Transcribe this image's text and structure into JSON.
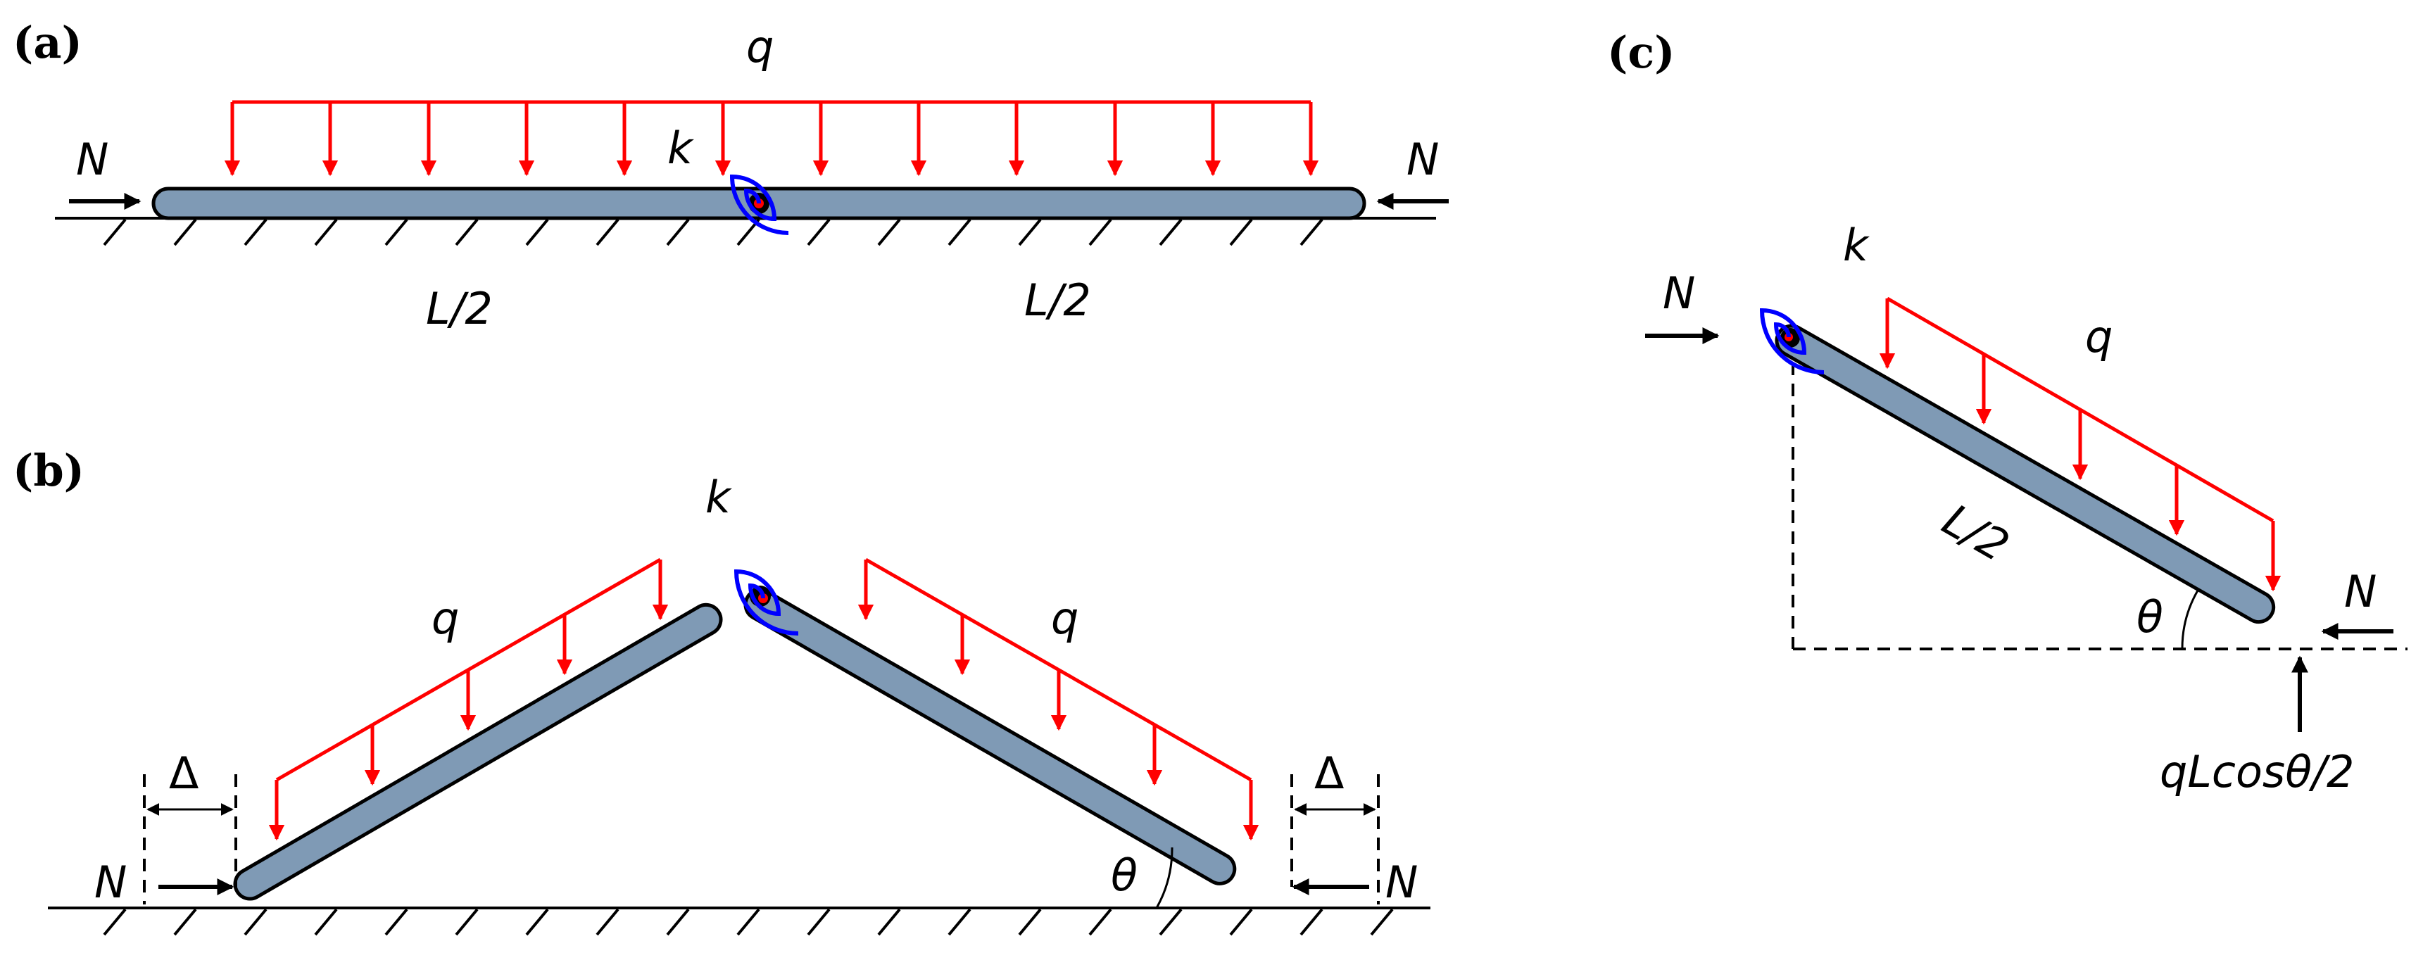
{
  "panels": {
    "a": {
      "label": "(a)",
      "q": "q",
      "k": "k",
      "n_left": "N",
      "n_right": "N",
      "half_left": "L/2",
      "half_right": "L/2"
    },
    "b": {
      "label": "(b)",
      "k": "k",
      "q_left": "q",
      "q_right": "q",
      "delta_left": "Δ",
      "delta_right": "Δ",
      "n_left": "N",
      "n_right": "N",
      "theta": "θ"
    },
    "c": {
      "label": "(c)",
      "k": "k",
      "q": "q",
      "n_left": "N",
      "n_right": "N",
      "half": "L/2",
      "theta": "θ",
      "reaction": "qLcosθ/2"
    }
  },
  "colors": {
    "beam": "#7f9ab5",
    "load": "#ff0000",
    "spring": "#0000ff",
    "pin": "#ff0000"
  }
}
